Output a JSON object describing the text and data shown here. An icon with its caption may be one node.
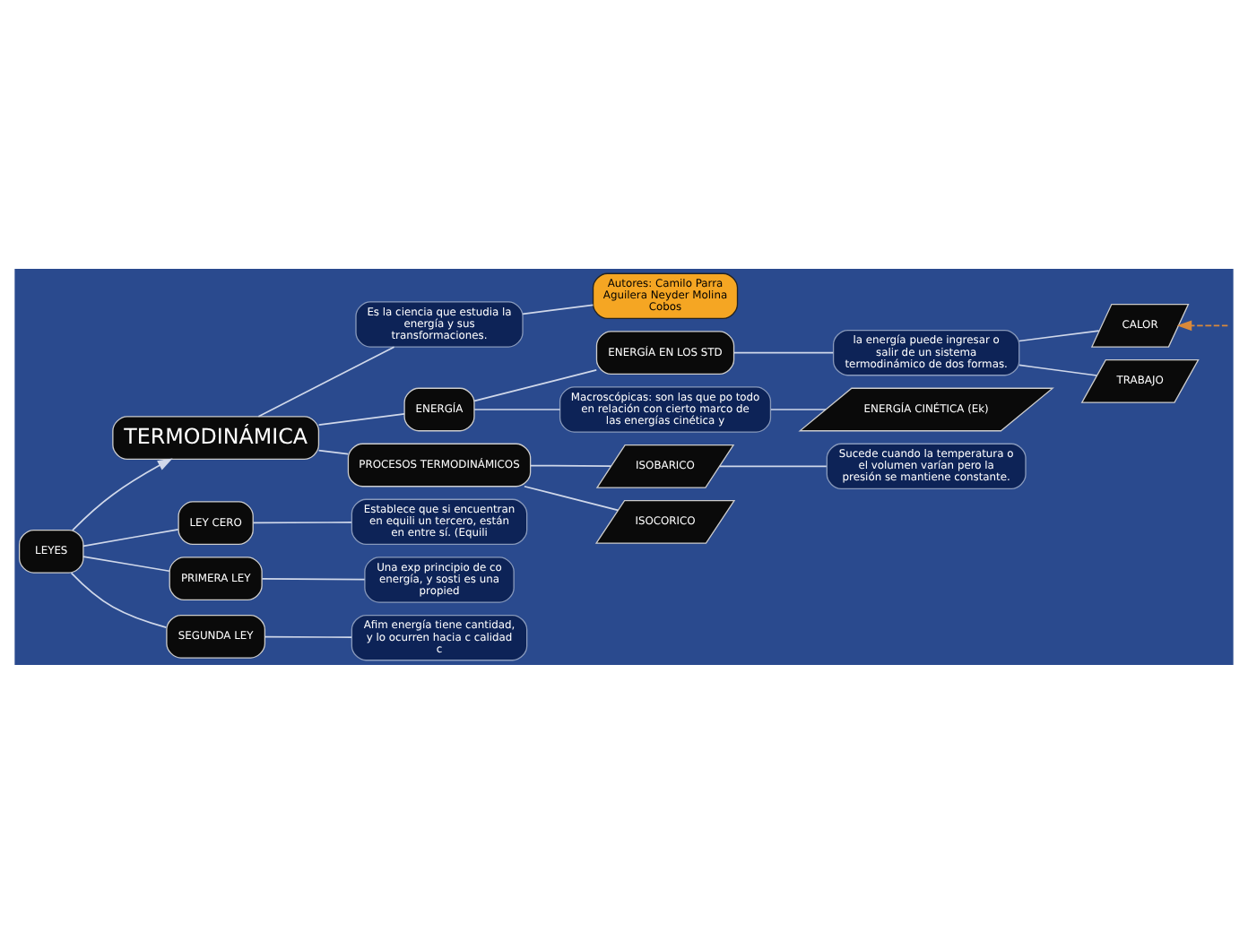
{
  "diagram": {
    "nodes": [
      {
        "text": [
          "TERMODINÁMICA"
        ]
      },
      {
        "text": [
          "LEYES"
        ]
      },
      {
        "text": [
          "LEY CERO"
        ]
      },
      {
        "text": [
          "Establece que si encuentran en equili un tercero, están en entre sí. (Equili"
        ]
      },
      {
        "text": [
          "PRIMERA LEY"
        ]
      },
      {
        "text": [
          "Una exp principio de co energía, y sosti es una propied"
        ]
      },
      {
        "text": [
          "SEGUNDA LEY"
        ]
      },
      {
        "text": [
          "Afim energía tiene cantidad, y lo ocurren hacia c calidad c"
        ]
      },
      {
        "text": [
          "Es la ciencia que estudia la energía y sus transformaciones."
        ]
      },
      {
        "text": [
          "Autores: Camilo Parra Aguilera Neyder Molina Cobos"
        ]
      },
      {
        "text": [
          "ENERGÍA"
        ]
      },
      {
        "text": [
          "PROCESOS TERMODINÁMICOS"
        ]
      },
      {
        "text": [
          "ISOBARICO"
        ]
      },
      {
        "text": [
          "Sucede cuando la temperatura o el volumen varían pero la presión se mantiene constante."
        ]
      },
      {
        "text": [
          "ISOCORICO"
        ]
      },
      {
        "text": [
          "ENERGÍA EN LOS STD"
        ]
      },
      {
        "text": [
          "la energía puede ingresar o salir de un sistema termodinámico de dos formas."
        ]
      },
      {
        "text": [
          "CALOR"
        ]
      },
      {
        "text": [
          "TRABAJO"
        ]
      },
      {
        "text": [
          "Macroscópicas: son las que po todo en relación con cierto marco de las energías cinética y"
        ]
      },
      {
        "text": [
          "ENERGÍA CINÉTICA (Ek)"
        ]
      }
    ],
    "edges": [
      {
        "from": 1,
        "to": 0,
        "arrow": "to"
      },
      {
        "from": 1,
        "to": 2,
        "arrow": "none"
      },
      {
        "from": 1,
        "to": 4,
        "arrow": "none"
      },
      {
        "from": 1,
        "to": 6,
        "arrow": "none"
      },
      {
        "from": 2,
        "to": 3,
        "arrow": "none"
      },
      {
        "from": 4,
        "to": 5,
        "arrow": "none"
      },
      {
        "from": 6,
        "to": 7,
        "arrow": "none"
      },
      {
        "from": 0,
        "to": 8,
        "arrow": "none"
      },
      {
        "from": 8,
        "to": 9,
        "arrow": "none"
      },
      {
        "from": 0,
        "to": 10,
        "arrow": "none"
      },
      {
        "from": 0,
        "to": 11,
        "arrow": "none"
      },
      {
        "from": 11,
        "to": 12,
        "arrow": "none"
      },
      {
        "from": 12,
        "to": 13,
        "arrow": "none"
      },
      {
        "from": 11,
        "to": 14,
        "arrow": "none"
      },
      {
        "from": 10,
        "to": 15,
        "arrow": "none"
      },
      {
        "from": 15,
        "to": 16,
        "arrow": "none"
      },
      {
        "from": 16,
        "to": 17,
        "arrow": "none"
      },
      {
        "from": 16,
        "to": 18,
        "arrow": "none"
      },
      {
        "from": null,
        "to": 17,
        "arrow": "to",
        "style": "dashed",
        "color": "#d9893a"
      },
      {
        "from": 10,
        "to": 19,
        "arrow": "none"
      },
      {
        "from": 19,
        "to": 20,
        "arrow": "none"
      }
    ]
  }
}
